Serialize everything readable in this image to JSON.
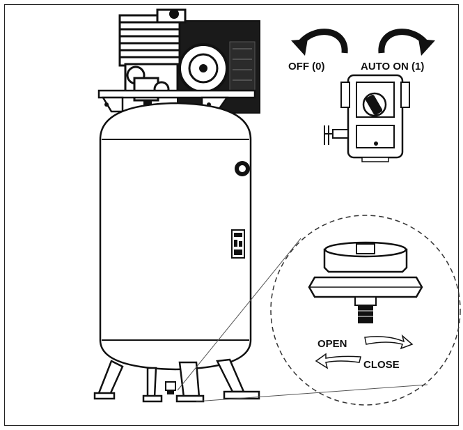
{
  "labels": {
    "off": "OFF (0)",
    "auto_on": "AUTO ON (1)",
    "open": "OPEN",
    "close": "CLOSE"
  },
  "colors": {
    "ink": "#111111",
    "tank_fill": "#ffffff",
    "motor_fill": "#1a1a1a"
  }
}
